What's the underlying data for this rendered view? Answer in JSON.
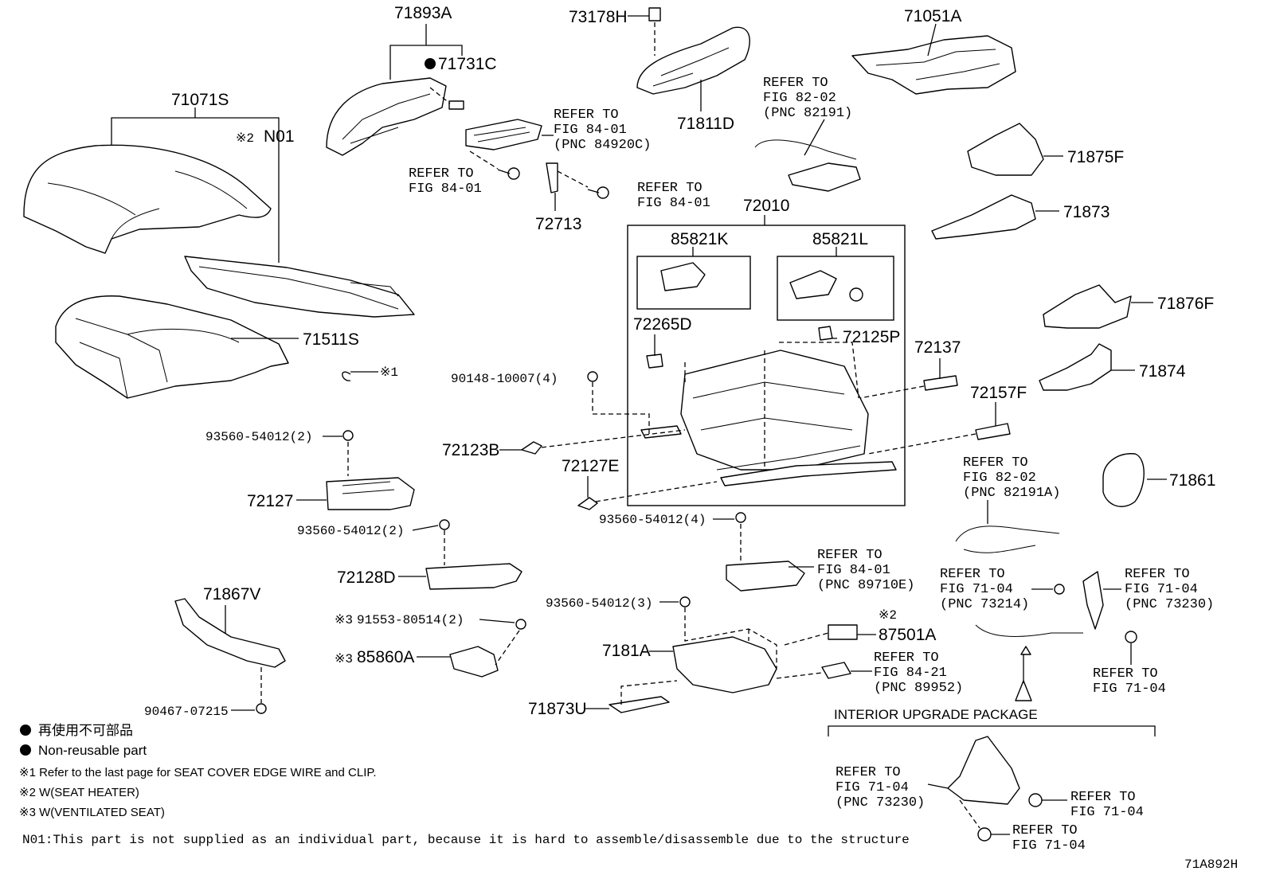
{
  "parts": {
    "p71893A": "71893A",
    "p71731C": "71731C",
    "p73178H": "73178H",
    "p71051A": "71051A",
    "p71071S": "71071S",
    "pN01": "N01",
    "p71811D": "71811D",
    "p72713": "72713",
    "p72010": "72010",
    "p85821K": "85821K",
    "p85821L": "85821L",
    "p71875F": "71875F",
    "p71873": "71873",
    "p71876F": "71876F",
    "p71874": "71874",
    "p71511S": "71511S",
    "p72265D": "72265D",
    "p72125P": "72125P",
    "p72137": "72137",
    "p72157F": "72157F",
    "p90148": "90148-10007(4)",
    "p93560a": "93560-54012(2)",
    "p72123B": "72123B",
    "p72127E": "72127E",
    "p72127": "72127",
    "p93560b": "93560-54012(2)",
    "p93560c": "93560-54012(4)",
    "p72128D": "72128D",
    "p71861": "71861",
    "p71867V": "71867V",
    "p93560d": "93560-54012(3)",
    "p91553": "91553-80514(2)",
    "p85860A": "85860A",
    "p7181A": "7181A",
    "p87501A": "87501A",
    "p71873U": "71873U",
    "p90467": "90467-07215",
    "x1": "※1",
    "x2a": "※2",
    "x2b": "※2",
    "x3a": "※3",
    "x3b": "※3"
  },
  "refs": {
    "r1": [
      "REFER TO",
      "FIG 84-01",
      "(PNC 84920C)"
    ],
    "r2": [
      "REFER TO",
      "FIG 84-01"
    ],
    "r3": [
      "REFER TO",
      "FIG 84-01"
    ],
    "r4": [
      "REFER TO",
      "FIG 82-02",
      "(PNC 82191)"
    ],
    "r5": [
      "REFER TO",
      "FIG 82-02",
      "(PNC 82191A)"
    ],
    "r6": [
      "REFER TO",
      "FIG 84-01",
      "(PNC 89710E)"
    ],
    "r7": [
      "REFER TO",
      "FIG 71-04",
      "(PNC 73214)"
    ],
    "r8": [
      "REFER TO",
      "FIG 71-04",
      "(PNC 73230)"
    ],
    "r9": [
      "REFER TO",
      "FIG 71-04"
    ],
    "r10": [
      "REFER TO",
      "FIG 84-21",
      "(PNC 89952)"
    ],
    "r11": [
      "REFER TO",
      "FIG 71-04",
      "(PNC 73230)"
    ],
    "r12": [
      "REFER TO",
      "FIG 71-04"
    ],
    "r13": [
      "REFER TO",
      "FIG 71-04"
    ]
  },
  "package_label": "INTERIOR UPGRADE PACKAGE",
  "legend": {
    "jp": "再使用不可部品",
    "en": "Non-reusable part",
    "note1": "※1 Refer to the last page for SEAT COVER EDGE WIRE and CLIP.",
    "note2": "※2 W(SEAT HEATER)",
    "note3": "※3 W(VENTILATED SEAT)",
    "n01": "N01:This part is not supplied as an individual part, because it is hard to assemble/disassemble due to the structure"
  },
  "figure_id": "71A892H"
}
